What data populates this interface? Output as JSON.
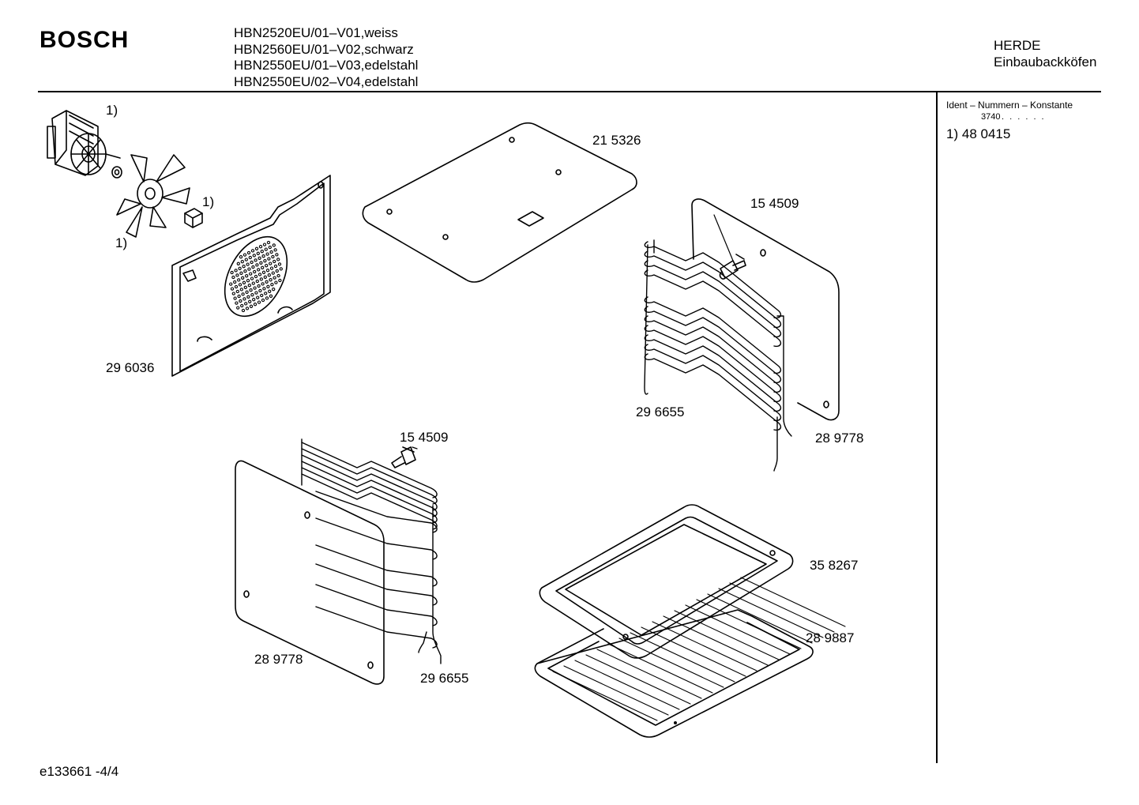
{
  "header": {
    "brand": "BOSCH",
    "models": [
      "HBN2520EU/01–V01,weiss",
      "HBN2560EU/01–V02,schwarz",
      "HBN2550EU/01–V03,edelstahl",
      "HBN2550EU/02–V04,edelstahl"
    ],
    "category": "HERDE",
    "subcategory": "Einbaubackköfen"
  },
  "sidebar": {
    "ident_heading": "Ident – Nummern – Konstante",
    "ident_constant": "3740",
    "ident_dots": ". . . . . .",
    "items": [
      {
        "marker": "1)",
        "number": "48 0415"
      }
    ]
  },
  "parts": [
    {
      "id": "fan-motor",
      "label": "1)"
    },
    {
      "id": "fan-blade",
      "label": "1)"
    },
    {
      "id": "fan-nut",
      "label": "1)"
    },
    {
      "id": "rear-panel",
      "label": "29 6036"
    },
    {
      "id": "top-cover",
      "label": "21 5326"
    },
    {
      "id": "screw-right",
      "label": "15 4509"
    },
    {
      "id": "rail-right",
      "label": "29 6655"
    },
    {
      "id": "panel-right",
      "label": "28 9778"
    },
    {
      "id": "screw-left",
      "label": "15 4509"
    },
    {
      "id": "panel-left",
      "label": "28 9778"
    },
    {
      "id": "rail-left",
      "label": "29 6655"
    },
    {
      "id": "baking-tray",
      "label": "35 8267"
    },
    {
      "id": "grill-rack",
      "label": "28 9887"
    }
  ],
  "footer": {
    "code": "e133661  -4/4"
  }
}
